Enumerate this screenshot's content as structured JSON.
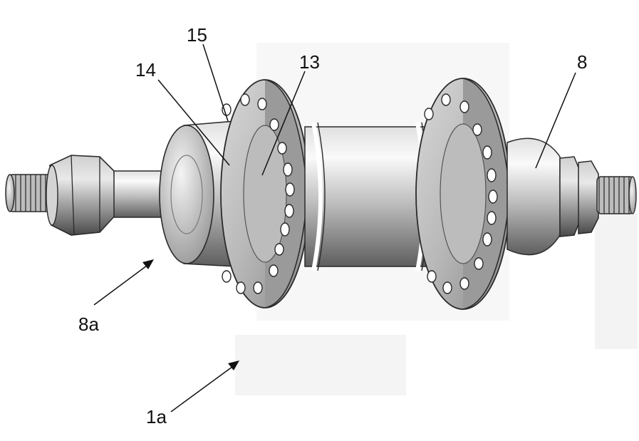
{
  "figure": {
    "labels": {
      "ref_15": "15",
      "ref_14": "14",
      "ref_13": "13",
      "ref_8": "8",
      "ref_8a": "8a",
      "ref_1a": "1a"
    },
    "colors": {
      "background": "#ffffff",
      "metal_light": "#ececec",
      "metal_mid": "#c8c8c8",
      "metal_dark": "#6e6e6e",
      "outline": "#2a2a2a",
      "leader": "#111111"
    }
  }
}
